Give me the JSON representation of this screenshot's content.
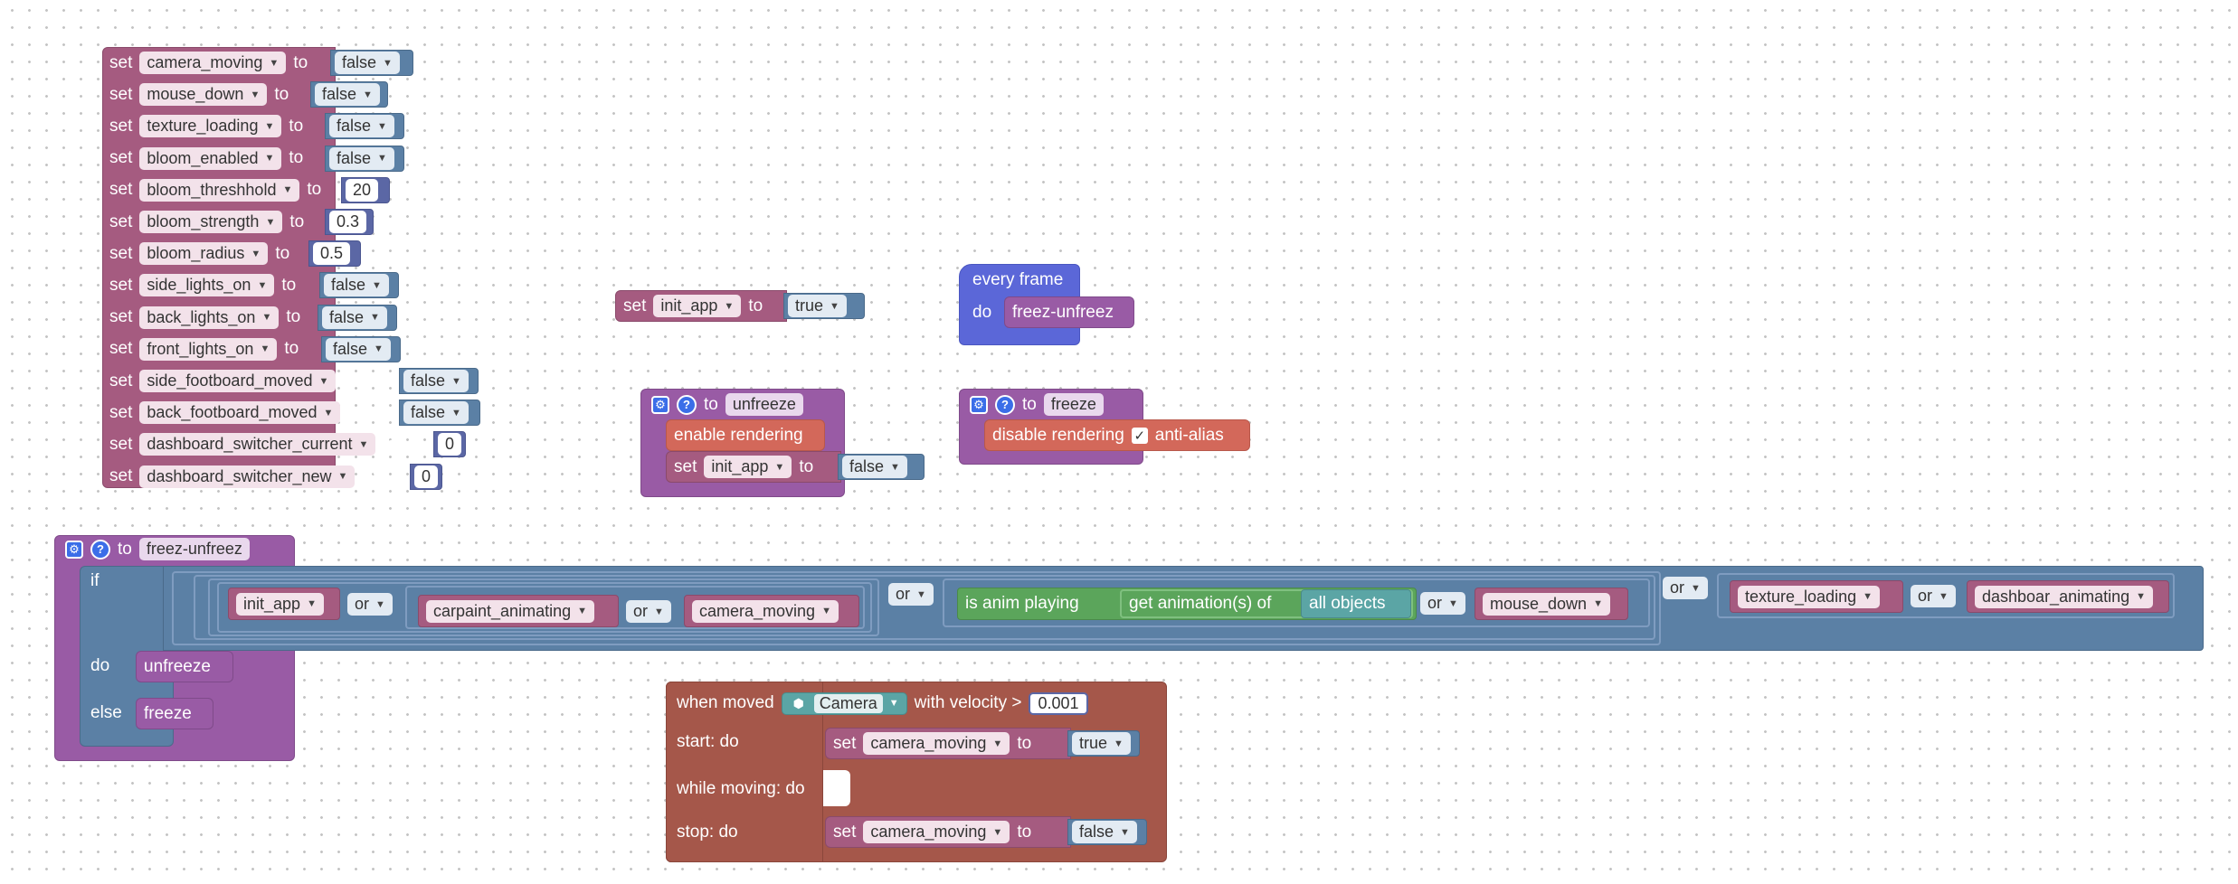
{
  "colors": {
    "variables": "#a55b80",
    "values": "#5b80a5",
    "numbers": "#5b67a5",
    "procedures": "#995ba5",
    "rendering": "#d3685a",
    "events": "#5b67d8",
    "animation": "#5ba55b",
    "objects": "#5ba5a5",
    "movement": "#a5574a"
  },
  "set_stack": [
    {
      "kw": "set",
      "var": "camera_moving",
      "to": "to",
      "value": "false"
    },
    {
      "kw": "set",
      "var": "mouse_down",
      "to": "to",
      "value": "false"
    },
    {
      "kw": "set",
      "var": "texture_loading",
      "to": "to",
      "value": "false"
    },
    {
      "kw": "set",
      "var": "bloom_enabled",
      "to": "to",
      "value": "false"
    },
    {
      "kw": "set",
      "var": "bloom_threshhold",
      "to": "to",
      "value": "20"
    },
    {
      "kw": "set",
      "var": "bloom_strength",
      "to": "to",
      "value": "0.3"
    },
    {
      "kw": "set",
      "var": "bloom_radius",
      "to": "to",
      "value": "0.5"
    },
    {
      "kw": "set",
      "var": "side_lights_on",
      "to": "to",
      "value": "false"
    },
    {
      "kw": "set",
      "var": "back_lights_on",
      "to": "to",
      "value": "false"
    },
    {
      "kw": "set",
      "var": "front_lights_on",
      "to": "to",
      "value": "false"
    },
    {
      "kw": "set",
      "var": "side_footboard_moved",
      "to": "to",
      "value": "false"
    },
    {
      "kw": "set",
      "var": "back_footboard_moved",
      "to": "to",
      "value": "false"
    },
    {
      "kw": "set",
      "var": "dashboard_switcher_current",
      "to": "to",
      "value": "0"
    },
    {
      "kw": "set",
      "var": "dashboard_switcher_new",
      "to": "to",
      "value": "0"
    }
  ],
  "set_init_app": {
    "kw": "set",
    "var": "init_app",
    "to": "to",
    "value": "true"
  },
  "every_frame": {
    "title": "every frame",
    "do": "do",
    "call": "freez-unfreez"
  },
  "proc_unfreeze": {
    "to": "to",
    "name": "unfreeze",
    "enable": "enable rendering",
    "set_kw": "set",
    "set_var": "init_app",
    "set_to": "to",
    "set_value": "false"
  },
  "proc_freeze": {
    "to": "to",
    "name": "freeze",
    "disable": "disable rendering",
    "check": "✓",
    "option": "anti-alias"
  },
  "proc_freez_unfreez": {
    "to": "to",
    "name": "freez-unfreez",
    "if": "if",
    "do": "do",
    "else": "else",
    "do_call": "unfreeze",
    "else_call": "freeze",
    "cond": {
      "v1": "init_app",
      "or1": "or",
      "v2": "carpaint_animating",
      "or2": "or",
      "v3": "camera_moving",
      "or3": "or",
      "anim_label": "is anim playing",
      "get_anim": "get animation(s) of",
      "all_objects": "all objects",
      "or4": "or",
      "v4": "mouse_down",
      "or5": "or",
      "v5": "texture_loading",
      "or6": "or",
      "v6": "dashboar_animating"
    }
  },
  "when_moved": {
    "title": "when moved",
    "object": "Camera",
    "velocity_label": "with velocity >",
    "velocity": "0.001",
    "start": "start: do",
    "while": "while moving: do",
    "stop": "stop: do",
    "start_set": {
      "kw": "set",
      "var": "camera_moving",
      "to": "to",
      "value": "true"
    },
    "stop_set": {
      "kw": "set",
      "var": "camera_moving",
      "to": "to",
      "value": "false"
    }
  }
}
